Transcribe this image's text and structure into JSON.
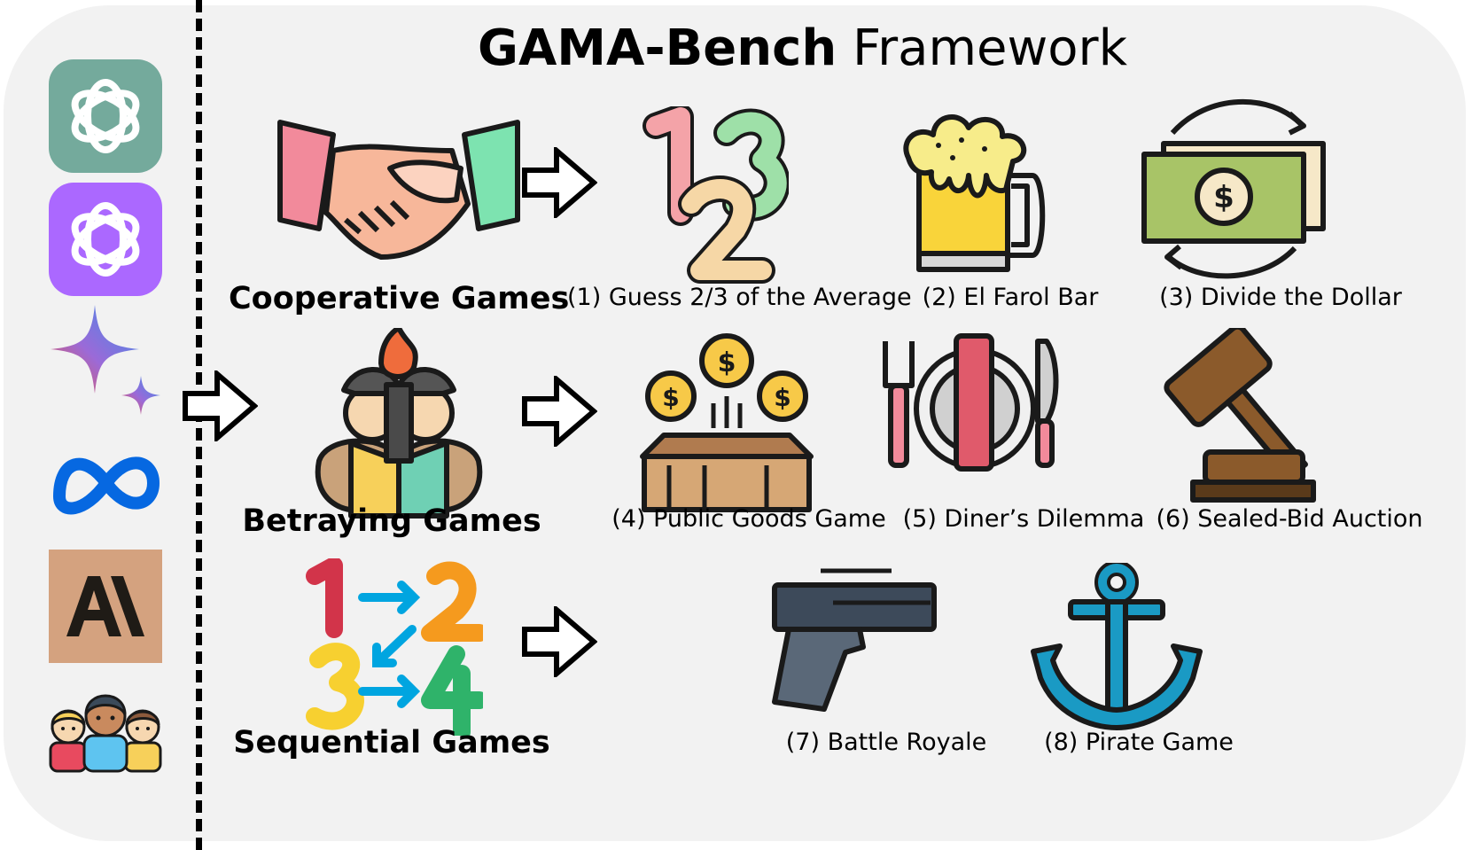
{
  "title": {
    "bold": "GAMA-Bench",
    "light": "Framework"
  },
  "categories": [
    {
      "label": "Cooperative Games"
    },
    {
      "label": "Betraying Games"
    },
    {
      "label": "Sequential Games"
    }
  ],
  "games": [
    {
      "label": "(1) Guess 2/3 of the Average",
      "icon": "numbers-123-icon"
    },
    {
      "label": "(2) El Farol Bar",
      "icon": "beer-mug-icon"
    },
    {
      "label": "(3) Divide the Dollar",
      "icon": "money-exchange-icon"
    },
    {
      "label": "(4) Public Goods Game",
      "icon": "coins-box-icon"
    },
    {
      "label": "(5) Diner’s Dilemma",
      "icon": "plate-cutlery-icon"
    },
    {
      "label": "(6) Sealed-Bid Auction",
      "icon": "gavel-icon"
    },
    {
      "label": "(7) Battle Royale",
      "icon": "pistol-icon"
    },
    {
      "label": "(8) Pirate Game",
      "icon": "anchor-icon"
    }
  ],
  "logos": [
    {
      "name": "openai-green-logo",
      "color": "#74aa9c"
    },
    {
      "name": "openai-purple-logo",
      "color": "#ab68ff"
    },
    {
      "name": "gemini-logo"
    },
    {
      "name": "meta-logo",
      "color": "#0668e1"
    },
    {
      "name": "anthropic-logo",
      "color": "#d4a27f",
      "text": "A\\"
    },
    {
      "name": "human-group-logo"
    }
  ],
  "colors": {
    "panel": "#f2f2f2",
    "outline": "#1a1a1a"
  }
}
